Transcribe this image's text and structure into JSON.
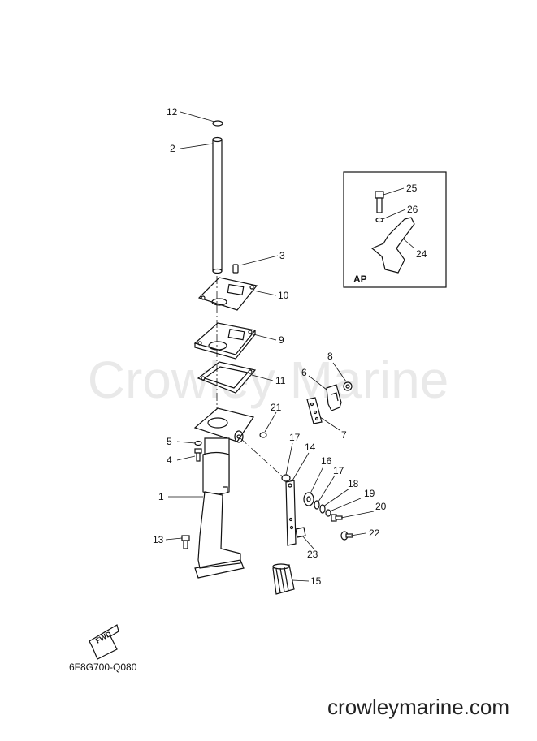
{
  "watermark": "Crowley Marine",
  "footer_url": "crowleymarine.com",
  "diagram_code": "6F8G700-Q080",
  "inset_label": "AP",
  "fwd_label": "FWD",
  "callouts": {
    "c1": "1",
    "c2": "2",
    "c3": "3",
    "c4": "4",
    "c5": "5",
    "c6": "6",
    "c7": "7",
    "c8": "8",
    "c9": "9",
    "c10": "10",
    "c11": "11",
    "c12": "12",
    "c13": "13",
    "c14": "14",
    "c15": "15",
    "c16": "16",
    "c17a": "17",
    "c17b": "17",
    "c18": "18",
    "c19": "19",
    "c20": "20",
    "c21": "21",
    "c22": "22",
    "c23": "23",
    "c24": "24",
    "c25": "25",
    "c26": "26"
  }
}
